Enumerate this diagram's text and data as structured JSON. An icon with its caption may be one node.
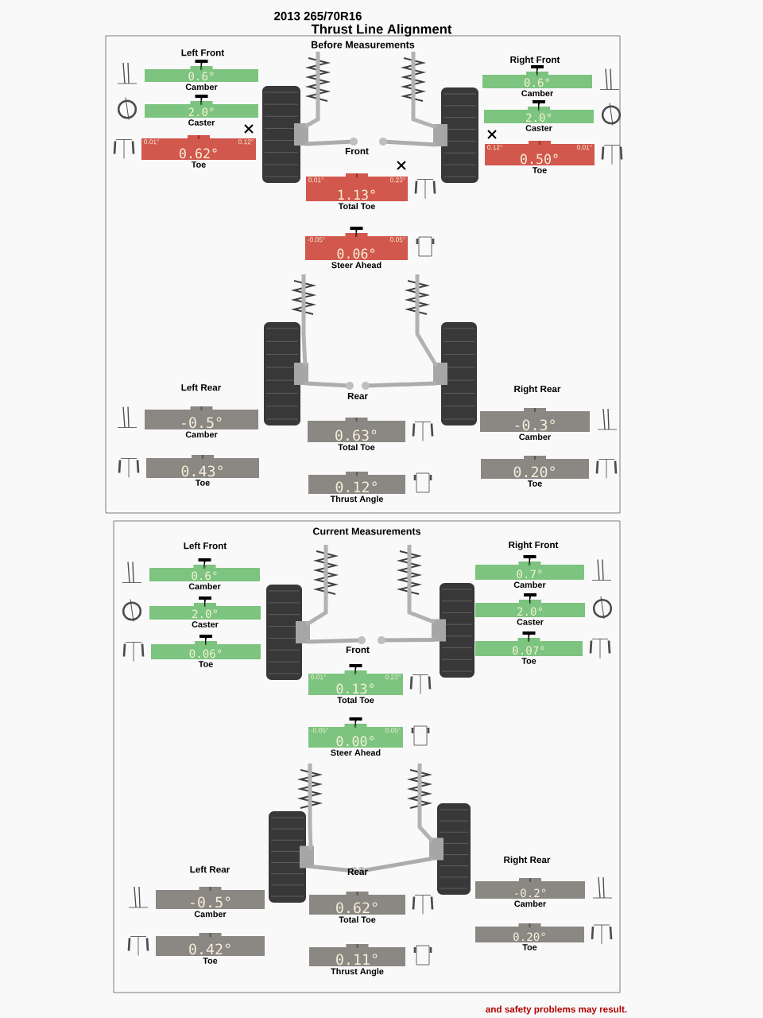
{
  "diagram": {
    "title": "Thrust Line Alignment",
    "nodes": [
      {
        "text": [
          "Before Measurements"
        ]
      },
      {
        "text": [
          "0.6°"
        ],
        "beside": [
          "Camber"
        ],
        "in": 0
      },
      {
        "text": [
          "2.0°"
        ],
        "beside": [
          "Caster"
        ],
        "in": 0
      },
      {
        "text": [
          "0.01°",
          "0.12°",
          "0.62°"
        ],
        "beside": [
          "Toe"
        ],
        "in": 0
      },
      {
        "text": [
          "0.6°"
        ],
        "beside": [
          "Camber"
        ],
        "in": 0
      },
      {
        "text": [
          "2.0°"
        ],
        "beside": [
          "Caster"
        ],
        "in": 0
      },
      {
        "text": [
          "0.12°",
          "0.01°",
          "0.50°"
        ],
        "beside": [
          "Toe"
        ],
        "in": 0
      },
      {
        "text": [
          "0.01°",
          "0.23°",
          "1.13°"
        ],
        "beside": [
          "Total Toe"
        ],
        "in": 0
      },
      {
        "text": [
          "-0.05°",
          "0.05°",
          "0.06°"
        ],
        "beside": [
          "Steer Ahead"
        ],
        "in": 0
      },
      {
        "text": [
          "-0.5°"
        ],
        "beside": [
          "Camber"
        ],
        "in": 0
      },
      {
        "text": [
          "0.43°"
        ],
        "beside": [
          "Toe"
        ],
        "in": 0
      },
      {
        "text": [
          "0.63°"
        ],
        "beside": [
          "Total Toe"
        ],
        "in": 0
      },
      {
        "text": [
          "0.12°"
        ],
        "beside": [
          "Thrust Angle"
        ],
        "in": 0
      },
      {
        "text": [
          "-0.3°"
        ],
        "beside": [
          "Camber"
        ],
        "in": 0
      },
      {
        "text": [
          "0.20°"
        ],
        "beside": [
          "Toe"
        ],
        "in": 0
      },
      {
        "text": [
          "Current Measurements"
        ]
      },
      {
        "text": [
          "0.6°"
        ],
        "beside": [
          "Camber"
        ],
        "in": 15
      },
      {
        "text": [
          "2.0°"
        ],
        "beside": [
          "Caster"
        ],
        "in": 15
      },
      {
        "text": [
          "0.06°"
        ],
        "beside": [
          "Toe"
        ],
        "in": 15
      },
      {
        "text": [
          "0.7°"
        ],
        "beside": [
          "Camber"
        ],
        "in": 15
      },
      {
        "text": [
          "2.0°"
        ],
        "beside": [
          "Caster"
        ],
        "in": 15
      },
      {
        "text": [
          "0.07°"
        ],
        "beside": [
          "Toe"
        ],
        "in": 15
      },
      {
        "text": [
          "0.01°",
          "0.23°",
          "0.13°"
        ],
        "beside": [
          "Total Toe"
        ],
        "in": 15
      },
      {
        "text": [
          "-0.05°",
          "0.05°",
          "0.00°"
        ],
        "beside": [
          "Steer Ahead"
        ],
        "in": 15
      },
      {
        "text": [
          "-0.5°"
        ],
        "beside": [
          "Camber"
        ],
        "in": 15
      },
      {
        "text": [
          "0.42°"
        ],
        "beside": [
          "Toe"
        ],
        "in": 15
      },
      {
        "text": [
          "0.62°"
        ],
        "beside": [
          "Total Toe"
        ],
        "in": 15
      },
      {
        "text": [
          "0.11°"
        ],
        "beside": [
          "Thrust Angle"
        ],
        "in": 15
      },
      {
        "text": [
          "-0.2°"
        ],
        "beside": [
          "Camber"
        ],
        "in": 15
      },
      {
        "text": [
          "0.20°"
        ],
        "beside": [
          "Toe"
        ],
        "in": 15
      }
    ],
    "edges": [],
    "labels": [
      "2013 265/70R16",
      "Left Front",
      "Right Front",
      "Front",
      "Left Rear",
      "Rear",
      "Right Rear",
      "Left Front",
      "Right Front",
      "Front",
      "Left Rear",
      "Rear",
      "Right Rear",
      "and safety problems may result."
    ]
  }
}
